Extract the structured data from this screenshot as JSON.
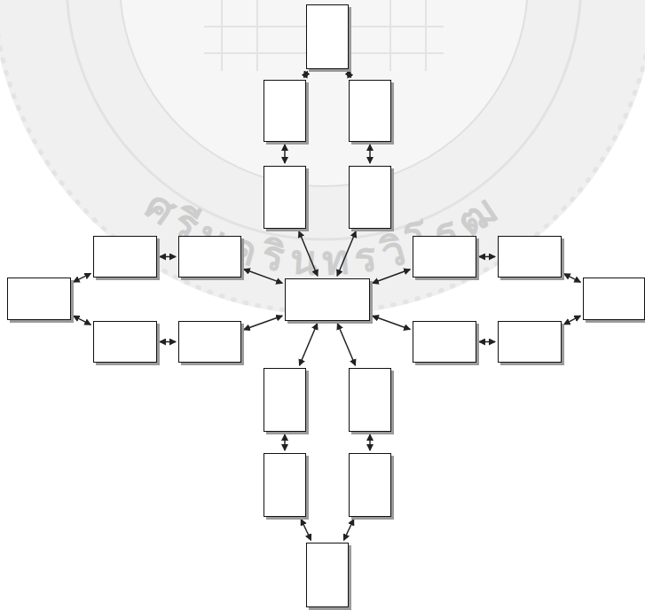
{
  "diagram": {
    "nodes": [
      {
        "text": []
      },
      {
        "text": []
      },
      {
        "text": []
      },
      {
        "text": []
      },
      {
        "text": []
      },
      {
        "text": []
      },
      {
        "text": []
      },
      {
        "text": []
      },
      {
        "text": []
      },
      {
        "text": []
      },
      {
        "text": []
      },
      {
        "text": []
      },
      {
        "text": []
      },
      {
        "text": []
      },
      {
        "text": []
      },
      {
        "text": []
      },
      {
        "text": []
      },
      {
        "text": []
      },
      {
        "text": []
      },
      {
        "text": []
      },
      {
        "text": []
      }
    ],
    "edges": [
      {
        "from": 0,
        "to": 1,
        "arrow": "both"
      },
      {
        "from": 0,
        "to": 2,
        "arrow": "both"
      },
      {
        "from": 1,
        "to": 3,
        "arrow": "both"
      },
      {
        "from": 2,
        "to": 4,
        "arrow": "both"
      },
      {
        "from": 3,
        "to": 10,
        "arrow": "both"
      },
      {
        "from": 4,
        "to": 10,
        "arrow": "both"
      },
      {
        "from": 9,
        "to": 5,
        "arrow": "both"
      },
      {
        "from": 5,
        "to": 6,
        "arrow": "both"
      },
      {
        "from": 6,
        "to": 10,
        "arrow": "both"
      },
      {
        "from": 9,
        "to": 12,
        "arrow": "both"
      },
      {
        "from": 12,
        "to": 13,
        "arrow": "both"
      },
      {
        "from": 13,
        "to": 10,
        "arrow": "both"
      },
      {
        "from": 10,
        "to": 7,
        "arrow": "both"
      },
      {
        "from": 7,
        "to": 8,
        "arrow": "both"
      },
      {
        "from": 8,
        "to": 11,
        "arrow": "both"
      },
      {
        "from": 10,
        "to": 14,
        "arrow": "both"
      },
      {
        "from": 14,
        "to": 15,
        "arrow": "both"
      },
      {
        "from": 15,
        "to": 11,
        "arrow": "both"
      },
      {
        "from": 10,
        "to": 16,
        "arrow": "both"
      },
      {
        "from": 10,
        "to": 17,
        "arrow": "both"
      },
      {
        "from": 16,
        "to": 18,
        "arrow": "both"
      },
      {
        "from": 17,
        "to": 19,
        "arrow": "both"
      },
      {
        "from": 18,
        "to": 20,
        "arrow": "both"
      },
      {
        "from": 19,
        "to": 20,
        "arrow": "both"
      }
    ],
    "labels": [
      "ศรีนครินทรวิโรฒ"
    ]
  }
}
